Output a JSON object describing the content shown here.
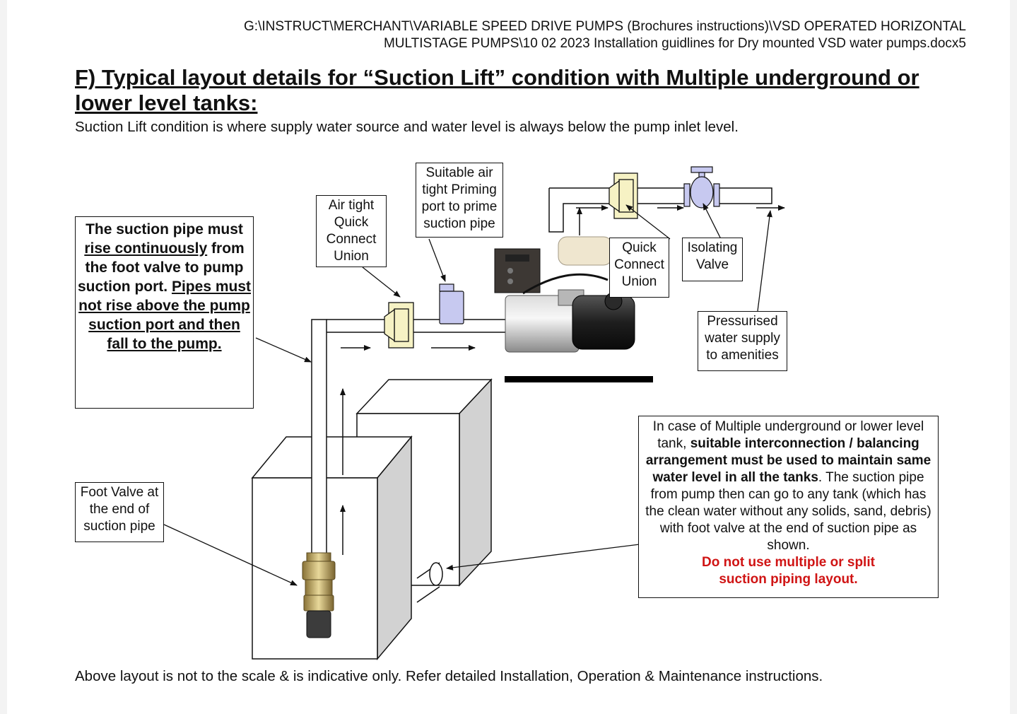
{
  "header": {
    "path_line1": "G:\\INSTRUCT\\MERCHANT\\VARIABLE SPEED DRIVE PUMPS (Brochures instructions)\\VSD OPERATED HORIZONTAL",
    "path_line2": "MULTISTAGE PUMPS\\10 02 2023 Installation guidlines for Dry mounted VSD water pumps.docx5"
  },
  "heading": "F) Typical layout details for “Suction Lift” condition with Multiple underground or lower level tanks:",
  "intro": "Suction Lift condition is where supply water source and water level is always below the pump inlet level.",
  "labels": {
    "rise": {
      "p1": "The suction pipe must ",
      "p2": "rise continuously",
      "p3": " from the foot valve to pump suction port. ",
      "p4": "Pipes must not rise above the pump suction port and then fall to the pump."
    },
    "union_left": "Air tight Quick Connect Union",
    "priming": "Suitable air tight Priming port to prime suction pipe",
    "union_right": "Quick Connect Union",
    "isolating": "Isolating Valve",
    "pressurised": "Pressurised water supply to amenities",
    "foot_valve": "Foot Valve at the end of suction pipe",
    "multi": {
      "p1": "In case of Multiple underground or lower level tank, ",
      "p2": "suitable interconnection / balancing arrangement must be used to maintain same water level in all the tanks",
      "p3": ". The suction pipe from pump then can go to any tank (which has the clean water without any solids, sand, debris) with foot valve at the end of suction pipe as shown.",
      "p4": "Do not use multiple or split suction piping layout."
    }
  },
  "footer": "Above layout is not to the scale & is indicative only. Refer detailed Installation, Operation & Maintenance instructions.",
  "colors": {
    "warning": "#d01414",
    "union_fill": "#f6f2c4",
    "valve_fill": "#c7c9f0",
    "tank_shade": "#d2d2d2"
  }
}
